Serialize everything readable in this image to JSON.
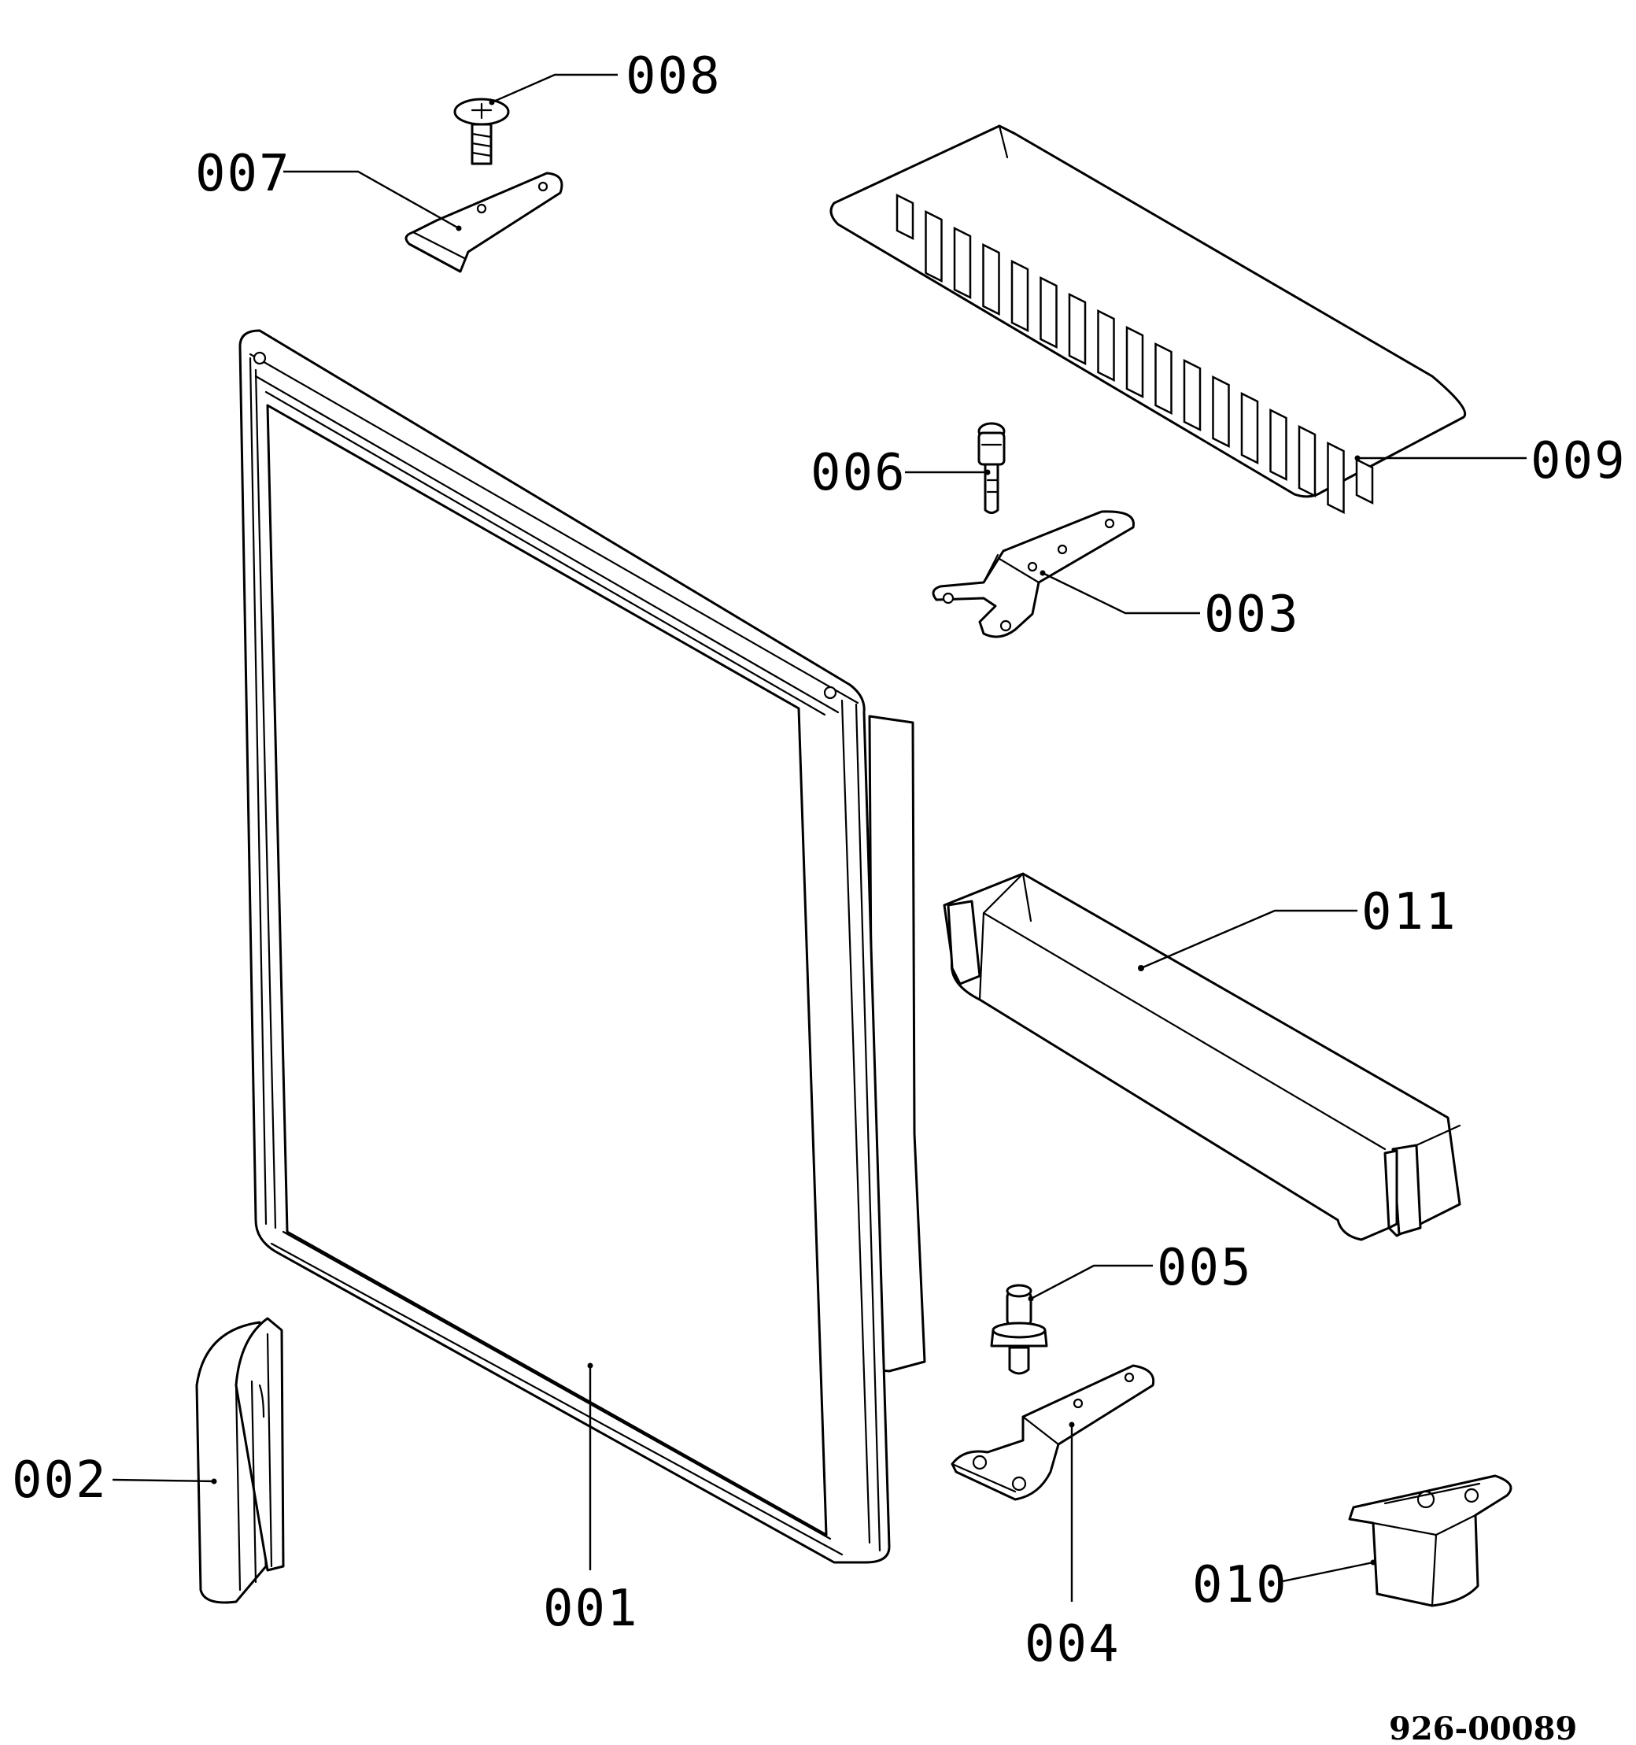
{
  "callouts": {
    "p001": "001",
    "p002": "002",
    "p003": "003",
    "p004": "004",
    "p005": "005",
    "p006": "006",
    "p007": "007",
    "p008": "008",
    "p009": "009",
    "p010": "010",
    "p011": "011"
  },
  "drawing_number": "926-00089"
}
